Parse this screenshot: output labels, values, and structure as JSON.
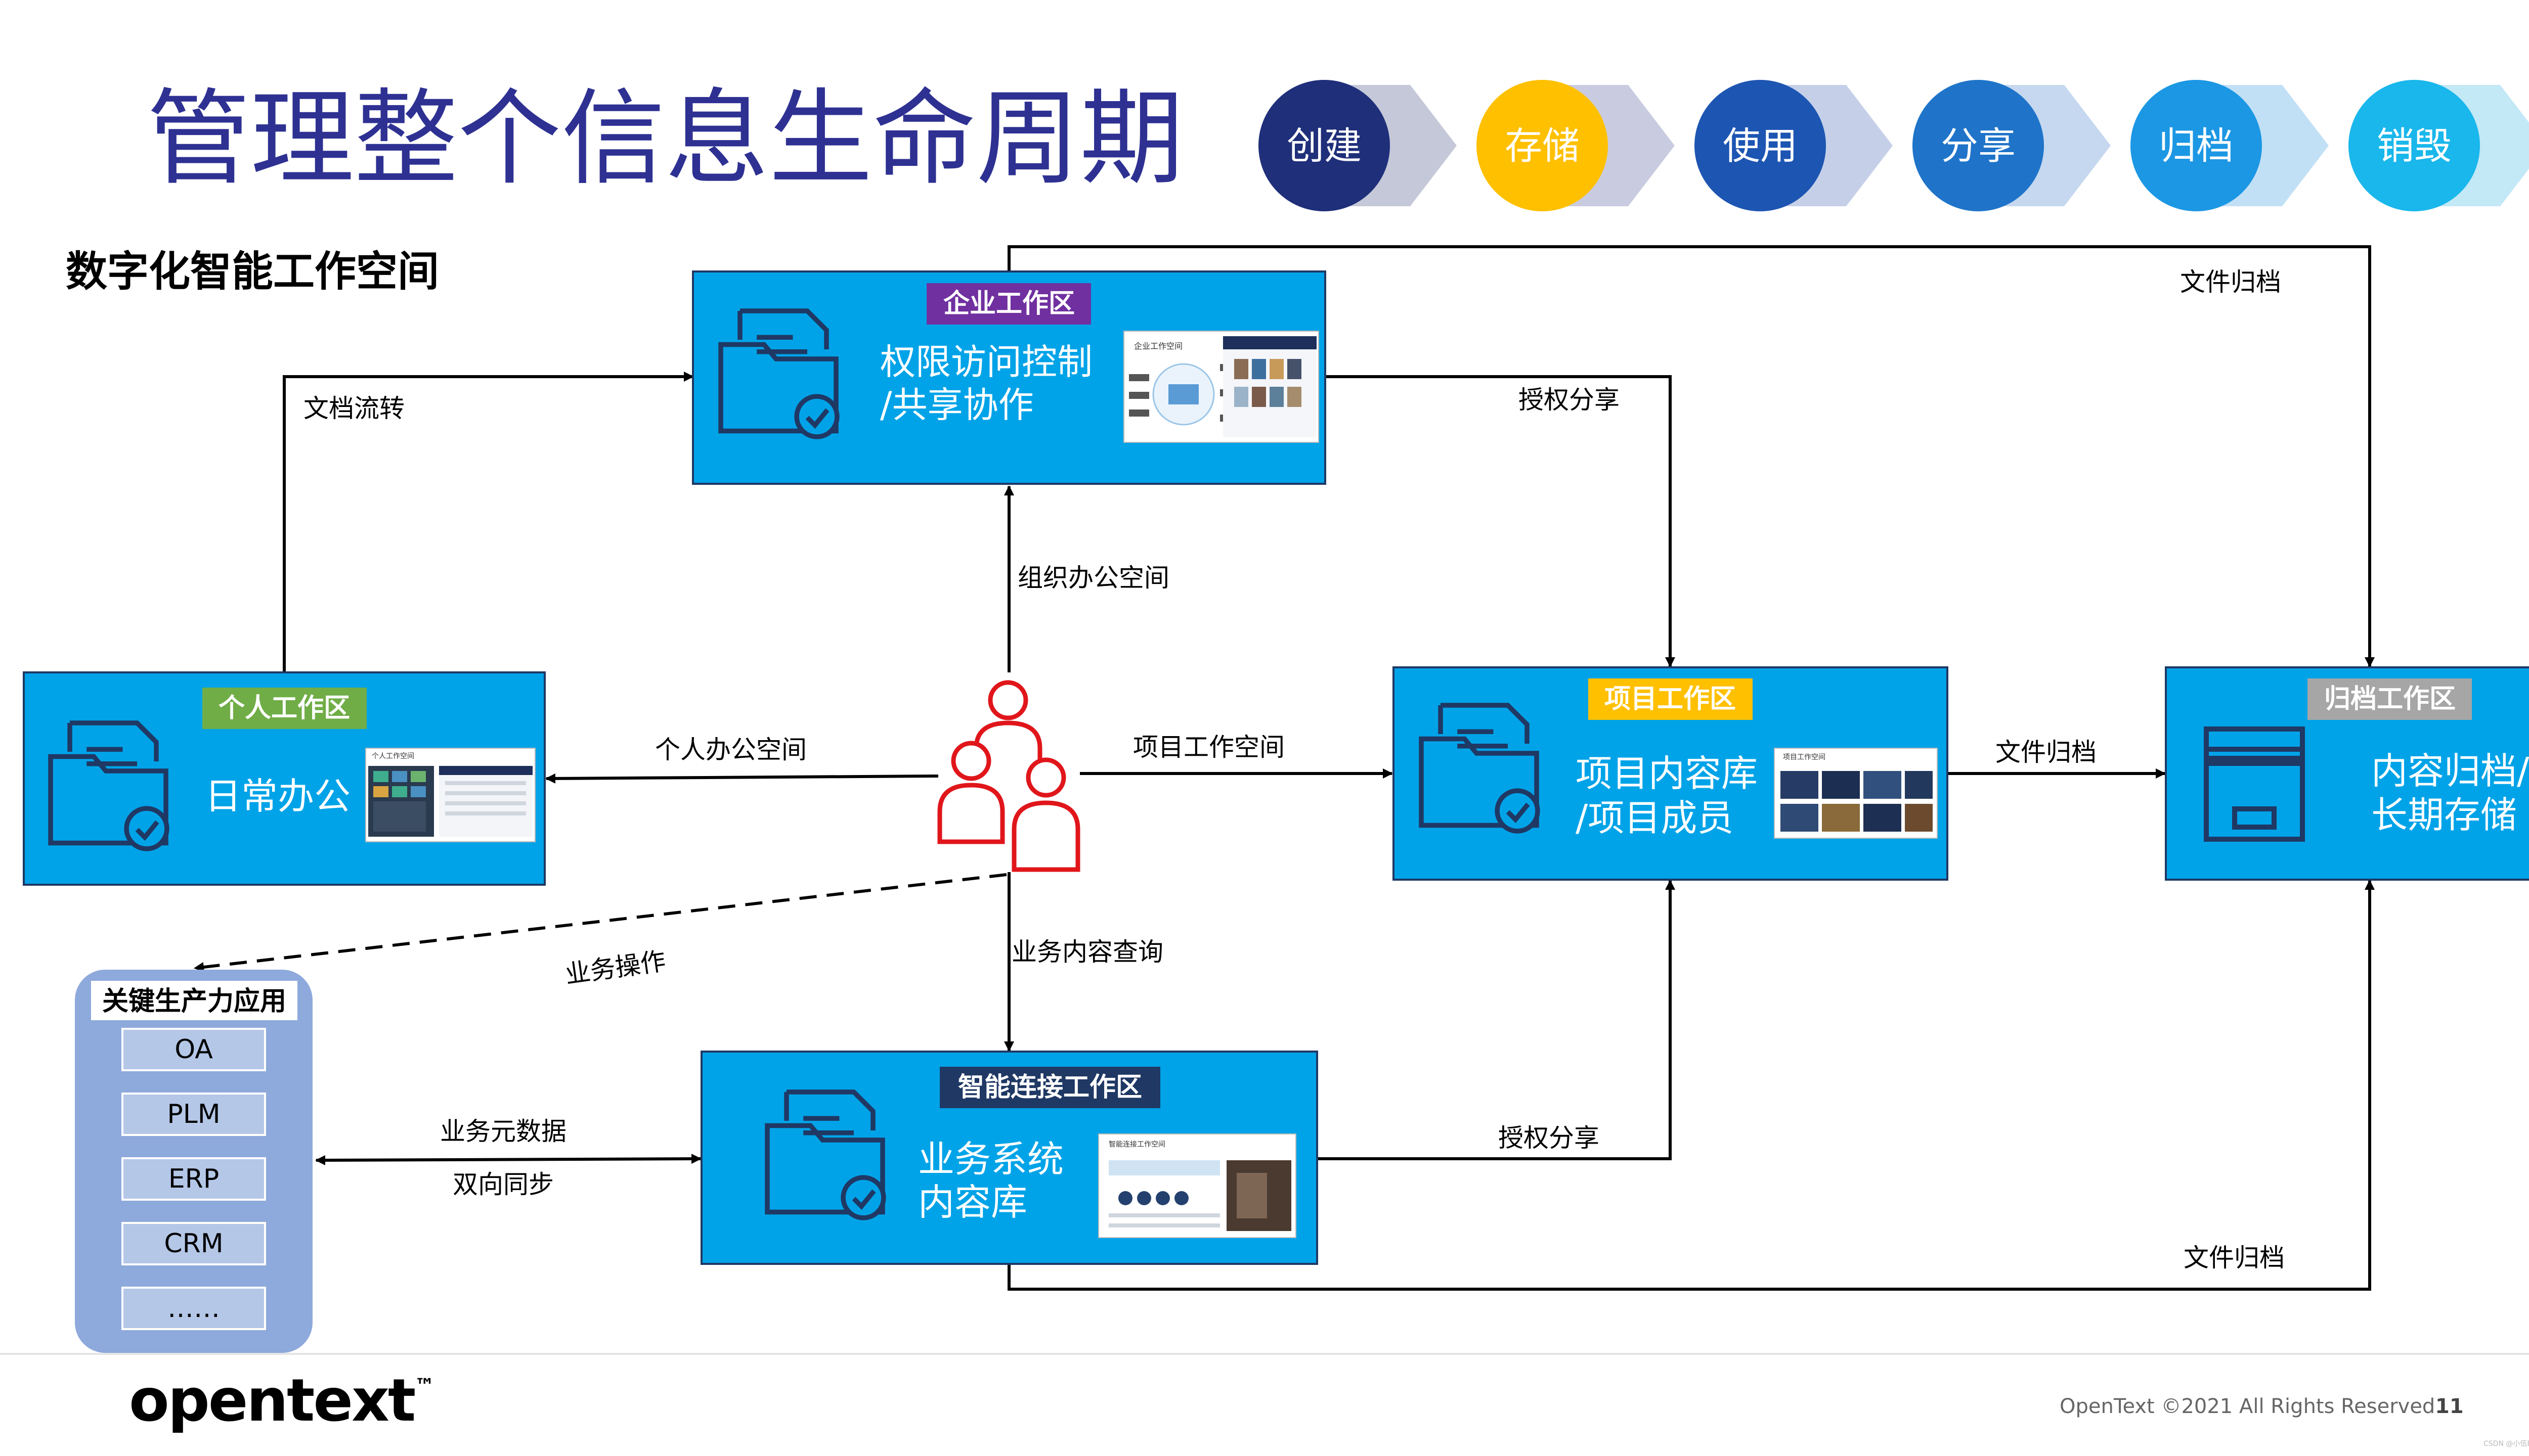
{
  "title": "管理整个信息生命周期",
  "subtitle": "数字化智能工作空间",
  "lifecycle": [
    {
      "label": "创建",
      "color": "#1f2f7a",
      "arrow": "#c5c8d8"
    },
    {
      "label": "存储",
      "color": "#ffc000",
      "arrow": "#c9cce0"
    },
    {
      "label": "使用",
      "color": "#1d55b2",
      "arrow": "#c5d0e8"
    },
    {
      "label": "分享",
      "color": "#1f74c9",
      "arrow": "#c6d8f0"
    },
    {
      "label": "归档",
      "color": "#1c97e4",
      "arrow": "#c2e0f5"
    },
    {
      "label": "销毁",
      "color": "#19b7eb",
      "arrow": "#c3e8f6"
    }
  ],
  "zones": {
    "enterprise": {
      "tag": "企业工作区",
      "tag_color": "#7030a0",
      "line1": "权限访问控制",
      "line2": "/共享协作",
      "shot_caption": "企业工作空间"
    },
    "personal": {
      "tag": "个人工作区",
      "tag_color": "#70ad47",
      "line1": "日常办公",
      "shot_caption": "个人工作空间"
    },
    "project": {
      "tag": "项目工作区",
      "tag_color": "#ffc000",
      "line1": "项目内容库",
      "line2": "/项目成员",
      "shot_caption": "项目工作空间"
    },
    "archive": {
      "tag": "归档工作区",
      "tag_color": "#a6a6a6",
      "line1": "内容归档/",
      "line2": "长期存储"
    },
    "smart": {
      "tag": "智能连接工作区",
      "tag_color": "#1f3864",
      "line1": "业务系统",
      "line2": "内容库",
      "shot_caption": "智能连接工作空间"
    }
  },
  "apps": {
    "title": "关键生产力应用",
    "items": [
      "OA",
      "PLM",
      "ERP",
      "CRM",
      "……"
    ]
  },
  "labels": {
    "doc_flow": "文档流转",
    "auth_share_top": "授权分享",
    "file_archive_top": "文件归档",
    "org_office": "组织办公空间",
    "personal_office": "个人办公空间",
    "project_space": "项目工作空间",
    "file_archive_mid": "文件归档",
    "biz_query": "业务内容查询",
    "biz_ops": "业务操作",
    "biz_meta": "业务元数据",
    "bi_sync": "双向同步",
    "auth_share_bottom": "授权分享",
    "file_archive_bottom": "文件归档"
  },
  "footer": {
    "brand": "opentext",
    "trademark": "™",
    "copyright": "OpenText ©2021 All Rights Reserved.",
    "page": "11",
    "watermark": "CSDN @小伍BI"
  },
  "colors": {
    "title": "#2e3192",
    "zone_fill": "#00a3e8",
    "zone_border": "#1f3864",
    "icon": "#1f3864",
    "person": "#e0161b",
    "apps_panel": "#8ea9db"
  }
}
